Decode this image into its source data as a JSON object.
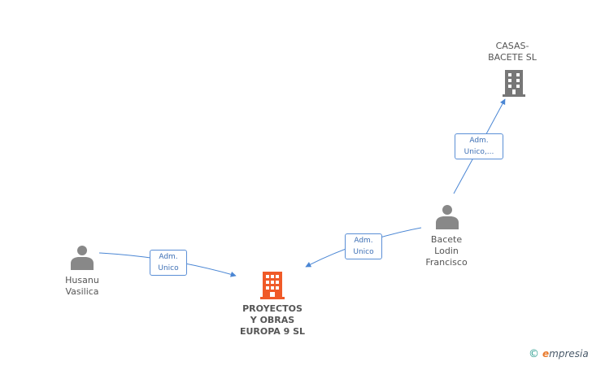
{
  "nodes": {
    "husanu": {
      "lines": [
        "Husanu",
        "Vasilica"
      ],
      "icon": "person-icon"
    },
    "bacete": {
      "lines": [
        "Bacete",
        "Lodin",
        "Francisco"
      ],
      "icon": "person-icon"
    },
    "casas": {
      "lines": [
        "CASAS-",
        "BACETE SL"
      ],
      "icon": "building-icon"
    },
    "proyectos": {
      "lines": [
        "PROYECTOS",
        "Y OBRAS",
        "EUROPA 9  SL"
      ],
      "icon": "building-icon"
    }
  },
  "edges": {
    "husanu_proyectos": {
      "lines": [
        "Adm.",
        "Unico"
      ]
    },
    "bacete_proyectos": {
      "lines": [
        "Adm.",
        "Unico"
      ]
    },
    "bacete_casas": {
      "lines": [
        "Adm.",
        "Unico,..."
      ]
    }
  },
  "colors": {
    "person": "#888888",
    "company": "#777777",
    "focus_company": "#f05a28",
    "edge": "#4a86d4"
  },
  "brand": {
    "copyright": "©",
    "e": "e",
    "rest": "mpresia"
  }
}
